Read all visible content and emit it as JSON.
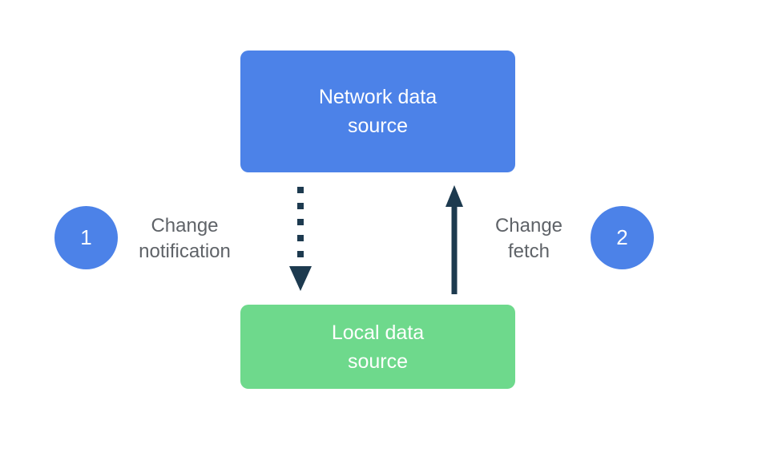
{
  "diagram": {
    "nodes": [
      {
        "id": "network-data-source",
        "label": "Network data\nsource",
        "fill": "#4c82e8",
        "text_color": "#ffffff"
      },
      {
        "id": "local-data-source",
        "label": "Local data\nsource",
        "fill": "#6ed98c",
        "text_color": "#ffffff"
      }
    ],
    "steps": [
      {
        "number": "1",
        "label": "Change\nnotification"
      },
      {
        "number": "2",
        "label": "Change\nfetch"
      }
    ],
    "arrows": [
      {
        "name": "change-notification-arrow",
        "style": "dotted",
        "direction": "down",
        "from": "network-data-source",
        "to": "local-data-source"
      },
      {
        "name": "change-fetch-arrow",
        "style": "solid",
        "direction": "up",
        "from": "local-data-source",
        "to": "network-data-source"
      }
    ],
    "colors": {
      "node_blue": "#4c82e8",
      "node_green": "#6ed98c",
      "badge_blue": "#4c82e8",
      "arrow_dark": "#1d3a4f",
      "label_gray": "#5f6368",
      "background": "#ffffff"
    }
  }
}
